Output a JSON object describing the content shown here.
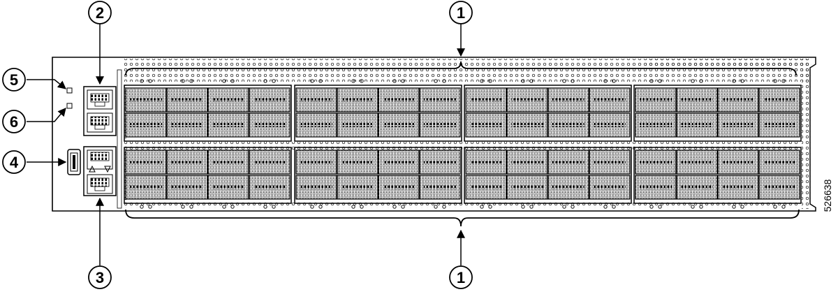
{
  "callouts": {
    "c1_top": "1",
    "c1_bottom": "1",
    "c2": "2",
    "c3": "3",
    "c4": "4",
    "c5": "5",
    "c6": "6"
  },
  "figure_id": "526638",
  "layout_info": {
    "port_groups": 4,
    "ports_per_group_per_row": 4,
    "port_rows": 2
  },
  "components": {
    "leds": 2,
    "usb_ports": 1,
    "rj45_top_stack": 2,
    "rj45_bottom_stack": 2
  },
  "colors": {
    "line": "#000000",
    "background": "#ffffff",
    "port_fill": "#ffffff"
  }
}
